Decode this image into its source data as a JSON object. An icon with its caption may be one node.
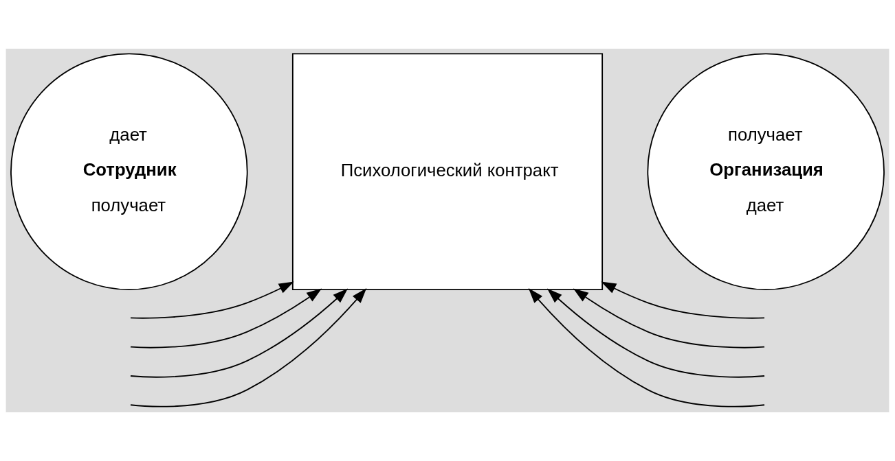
{
  "diagram": {
    "nodes": [
      {
        "text": [
          "дает",
          "Сотрудник",
          "получает"
        ]
      },
      {
        "text": [
          "Психологический контракт"
        ]
      },
      {
        "text": [
          "получает",
          "Организация",
          "дает"
        ]
      }
    ],
    "edges": [
      {
        "from": null,
        "to": 1,
        "arrow": "to"
      },
      {
        "from": null,
        "to": 1,
        "arrow": "to"
      },
      {
        "from": null,
        "to": 1,
        "arrow": "to"
      },
      {
        "from": null,
        "to": 1,
        "arrow": "to"
      },
      {
        "from": null,
        "to": 1,
        "arrow": "to"
      },
      {
        "from": null,
        "to": 1,
        "arrow": "to"
      },
      {
        "from": null,
        "to": 1,
        "arrow": "to"
      },
      {
        "from": null,
        "to": 1,
        "arrow": "to"
      }
    ]
  }
}
